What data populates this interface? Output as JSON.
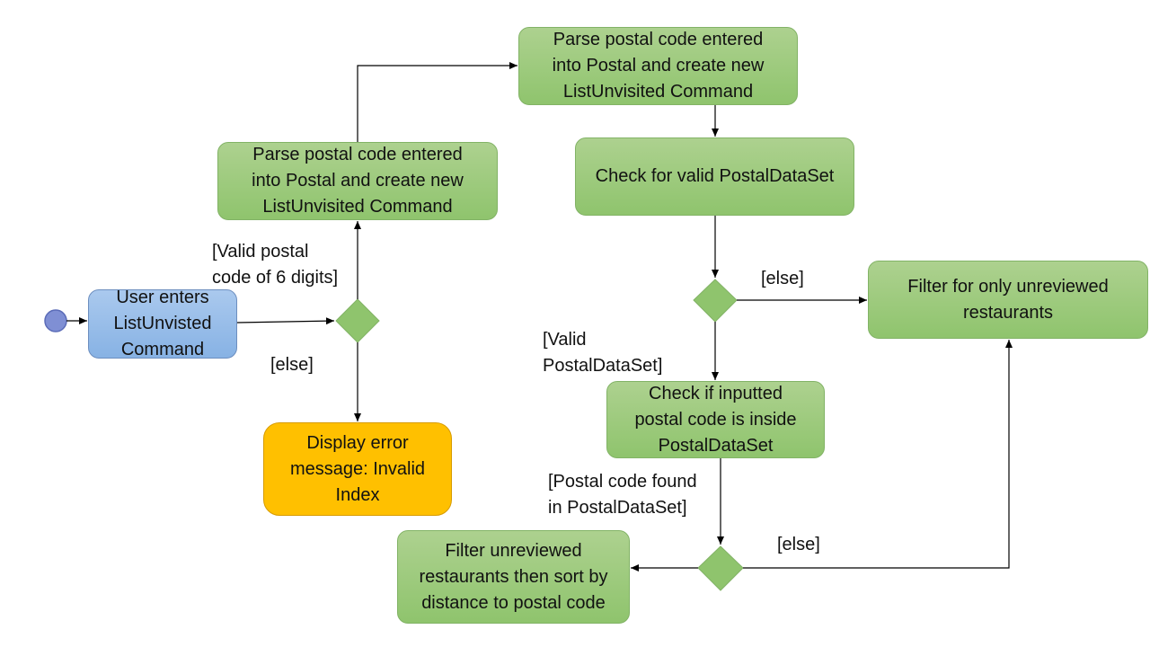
{
  "nodes": {
    "start_label": "User enters\nListUnvisted\nCommand",
    "parse_left": "Parse postal code entered\ninto Postal and create new\nListUnvisited Command",
    "parse_top": "Parse postal code entered\ninto Postal and create new\nListUnvisited Command",
    "error": "Display error\nmessage: Invalid\nIndex",
    "check_dataset": "Check for valid PostalDataSet",
    "filter_unreviewed": "Filter for only unreviewed\nrestaurants",
    "check_inside": "Check if inputted\npostal code is inside\nPostalDataSet",
    "filter_sort": "Filter unreviewed\nrestaurants then sort by\ndistance to postal code"
  },
  "guards": {
    "valid_postal": "[Valid postal\ncode of 6 digits]",
    "else_1": "[else]",
    "else_2": "[else]",
    "valid_dataset": "[Valid\nPostalDataSet]",
    "postal_found": "[Postal code found\nin PostalDataSet]",
    "else_3": "[else]"
  },
  "colors": {
    "action": "#8fc46d",
    "start_action": "#87b2e4",
    "error_action": "#ffc000",
    "decision": "#8fc46d",
    "initial_node": "#7f8fd4",
    "edge": "#000000"
  }
}
